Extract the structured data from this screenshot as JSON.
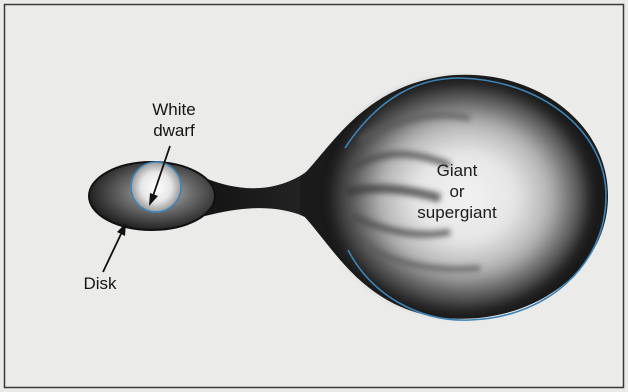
{
  "labels": {
    "white_dwarf": [
      "White",
      "dwarf"
    ],
    "disk": "Disk",
    "giant": [
      "Giant",
      "or",
      "supergiant"
    ]
  },
  "colors": {
    "background": "#ebebe9",
    "frame": "#3a3a3a",
    "star_dark": "#1a1a1a",
    "star_light": "#f4f4f4",
    "outline_blue": "#3d84b8"
  }
}
